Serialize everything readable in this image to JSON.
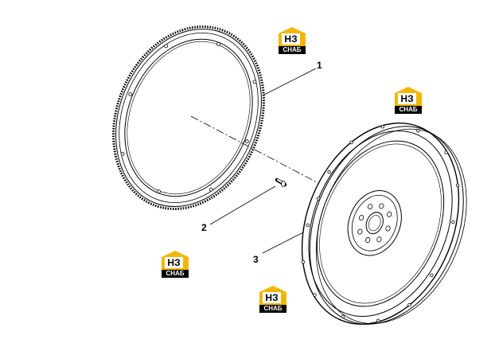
{
  "colors": {
    "line": "#000000",
    "background": "#ffffff",
    "logo_yellow": "#f2b705",
    "logo_black": "#000000"
  },
  "callouts": [
    {
      "id": "1",
      "label": "1"
    },
    {
      "id": "2",
      "label": "2"
    },
    {
      "id": "3",
      "label": "3"
    }
  ],
  "logo": {
    "mark": "НЗ",
    "word": "СНАБ"
  }
}
